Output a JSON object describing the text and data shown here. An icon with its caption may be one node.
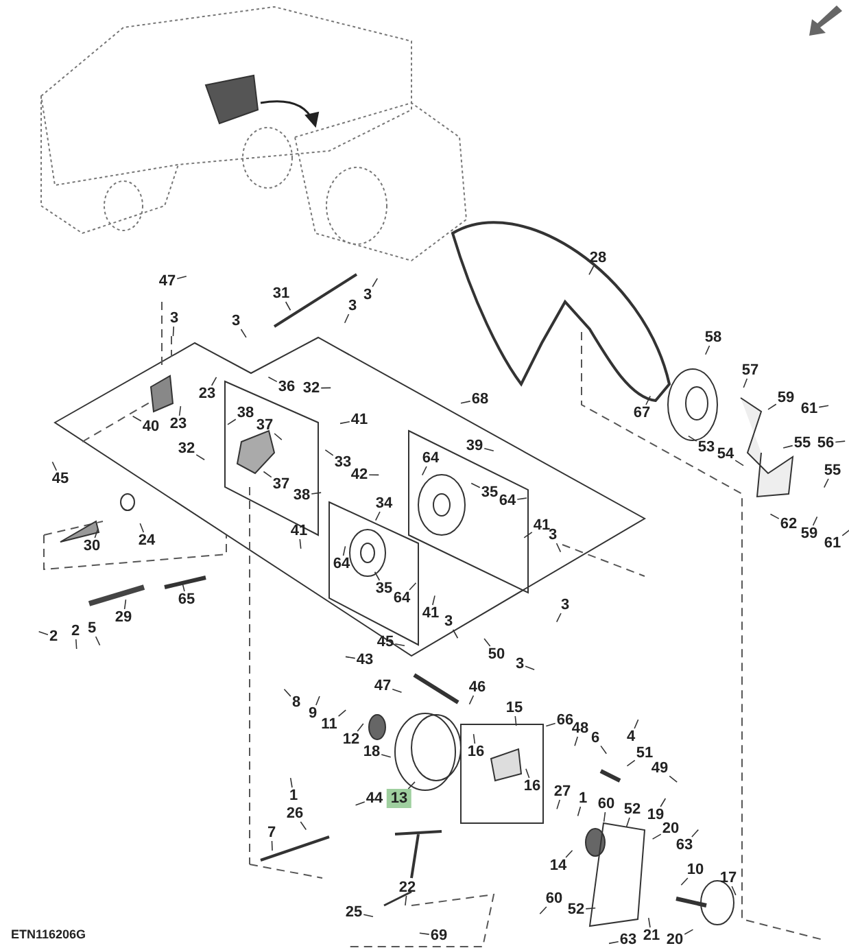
{
  "diagram": {
    "nodes": [
      {
        "text": [
          "47"
        ]
      },
      {
        "text": [
          "3"
        ]
      },
      {
        "text": [
          "31"
        ]
      },
      {
        "text": [
          "3"
        ]
      },
      {
        "text": [
          "3"
        ]
      },
      {
        "text": [
          "3"
        ]
      },
      {
        "text": [
          "36"
        ]
      },
      {
        "text": [
          "32"
        ]
      },
      {
        "text": [
          "23"
        ]
      },
      {
        "text": [
          "40"
        ]
      },
      {
        "text": [
          "23"
        ]
      },
      {
        "text": [
          "32"
        ]
      },
      {
        "text": [
          "38"
        ]
      },
      {
        "text": [
          "37"
        ]
      },
      {
        "text": [
          "41"
        ]
      },
      {
        "text": [
          "45"
        ]
      },
      {
        "text": [
          "33"
        ]
      },
      {
        "text": [
          "42"
        ]
      },
      {
        "text": [
          "37"
        ]
      },
      {
        "text": [
          "38"
        ]
      },
      {
        "text": [
          "34"
        ]
      },
      {
        "text": [
          "30"
        ]
      },
      {
        "text": [
          "24"
        ]
      },
      {
        "text": [
          "41"
        ]
      },
      {
        "text": [
          "64"
        ]
      },
      {
        "text": [
          "35"
        ]
      },
      {
        "text": [
          "64"
        ]
      },
      {
        "text": [
          "65"
        ]
      },
      {
        "text": [
          "2"
        ]
      },
      {
        "text": [
          "2"
        ]
      },
      {
        "text": [
          "5"
        ]
      },
      {
        "text": [
          "29"
        ]
      },
      {
        "text": [
          "45"
        ]
      },
      {
        "text": [
          "43"
        ]
      },
      {
        "text": [
          "47"
        ]
      },
      {
        "text": [
          "8"
        ]
      },
      {
        "text": [
          "9"
        ]
      },
      {
        "text": [
          "11"
        ]
      },
      {
        "text": [
          "12"
        ]
      },
      {
        "text": [
          "18"
        ]
      },
      {
        "text": [
          "13"
        ]
      },
      {
        "text": [
          "44"
        ]
      },
      {
        "text": [
          "1"
        ]
      },
      {
        "text": [
          "26"
        ]
      },
      {
        "text": [
          "7"
        ]
      },
      {
        "text": [
          "22"
        ]
      },
      {
        "text": [
          "25"
        ]
      },
      {
        "text": [
          "41"
        ]
      },
      {
        "text": [
          "3"
        ]
      },
      {
        "text": [
          "3"
        ]
      },
      {
        "text": [
          "50"
        ]
      },
      {
        "text": [
          "3"
        ]
      },
      {
        "text": [
          "46"
        ]
      },
      {
        "text": [
          "15"
        ]
      },
      {
        "text": [
          "16"
        ]
      },
      {
        "text": [
          "16"
        ]
      },
      {
        "text": [
          "66"
        ]
      },
      {
        "text": [
          "48"
        ]
      },
      {
        "text": [
          "6"
        ]
      },
      {
        "text": [
          "4"
        ]
      },
      {
        "text": [
          "51"
        ]
      },
      {
        "text": [
          "49"
        ]
      },
      {
        "text": [
          "27"
        ]
      },
      {
        "text": [
          "1"
        ]
      },
      {
        "text": [
          "60"
        ]
      },
      {
        "text": [
          "52"
        ]
      },
      {
        "text": [
          "19"
        ]
      },
      {
        "text": [
          "20"
        ]
      },
      {
        "text": [
          "63"
        ]
      },
      {
        "text": [
          "10"
        ]
      },
      {
        "text": [
          "14"
        ]
      },
      {
        "text": [
          "17"
        ]
      },
      {
        "text": [
          "60"
        ]
      },
      {
        "text": [
          "52"
        ]
      },
      {
        "text": [
          "63"
        ]
      },
      {
        "text": [
          "21"
        ]
      },
      {
        "text": [
          "20"
        ]
      },
      {
        "text": [
          "69"
        ]
      },
      {
        "text": [
          "28"
        ]
      },
      {
        "text": [
          "58"
        ]
      },
      {
        "text": [
          "67"
        ]
      },
      {
        "text": [
          "57"
        ]
      },
      {
        "text": [
          "59"
        ]
      },
      {
        "text": [
          "61"
        ]
      },
      {
        "text": [
          "53"
        ]
      },
      {
        "text": [
          "54"
        ]
      },
      {
        "text": [
          "55"
        ]
      },
      {
        "text": [
          "56"
        ]
      },
      {
        "text": [
          "55"
        ]
      },
      {
        "text": [
          "62"
        ]
      },
      {
        "text": [
          "59"
        ]
      },
      {
        "text": [
          "61"
        ]
      },
      {
        "text": [
          "68"
        ]
      },
      {
        "text": [
          "39"
        ]
      },
      {
        "text": [
          "64"
        ]
      },
      {
        "text": [
          "35"
        ]
      },
      {
        "text": [
          "64"
        ]
      },
      {
        "text": [
          "41"
        ]
      },
      {
        "text": [
          "3"
        ]
      }
    ],
    "edges": [
      {
        "from": 0,
        "to": null,
        "arrow": "none"
      },
      {
        "from": 1,
        "to": null,
        "arrow": "none"
      },
      {
        "from": 2,
        "to": null,
        "arrow": "none"
      },
      {
        "from": 3,
        "to": null,
        "arrow": "none"
      },
      {
        "from": 4,
        "to": null,
        "arrow": "none"
      },
      {
        "from": 5,
        "to": null,
        "arrow": "none"
      },
      {
        "from": 6,
        "to": null,
        "arrow": "none"
      },
      {
        "from": 7,
        "to": null,
        "arrow": "none"
      },
      {
        "from": 8,
        "to": null,
        "arrow": "none"
      },
      {
        "from": 9,
        "to": null,
        "arrow": "none"
      },
      {
        "from": 10,
        "to": null,
        "arrow": "none"
      },
      {
        "from": 11,
        "to": null,
        "arrow": "none"
      },
      {
        "from": 12,
        "to": null,
        "arrow": "none"
      },
      {
        "from": 13,
        "to": null,
        "arrow": "none"
      },
      {
        "from": 14,
        "to": null,
        "arrow": "none"
      },
      {
        "from": 15,
        "to": null,
        "arrow": "none"
      },
      {
        "from": 16,
        "to": null,
        "arrow": "none"
      },
      {
        "from": 17,
        "to": null,
        "arrow": "none"
      },
      {
        "from": 18,
        "to": null,
        "arrow": "none"
      },
      {
        "from": 19,
        "to": null,
        "arrow": "none"
      },
      {
        "from": 20,
        "to": null,
        "arrow": "none"
      },
      {
        "from": 21,
        "to": null,
        "arrow": "none"
      },
      {
        "from": 22,
        "to": null,
        "arrow": "none"
      },
      {
        "from": 23,
        "to": null,
        "arrow": "none"
      },
      {
        "from": 24,
        "to": null,
        "arrow": "none"
      },
      {
        "from": 25,
        "to": null,
        "arrow": "none"
      },
      {
        "from": 26,
        "to": null,
        "arrow": "none"
      },
      {
        "from": 27,
        "to": null,
        "arrow": "none"
      },
      {
        "from": 28,
        "to": null,
        "arrow": "none"
      },
      {
        "from": 29,
        "to": null,
        "arrow": "none"
      },
      {
        "from": 30,
        "to": null,
        "arrow": "none"
      },
      {
        "from": 31,
        "to": null,
        "arrow": "none"
      },
      {
        "from": 32,
        "to": null,
        "arrow": "none"
      },
      {
        "from": 33,
        "to": null,
        "arrow": "none"
      },
      {
        "from": 34,
        "to": null,
        "arrow": "none"
      },
      {
        "from": 35,
        "to": null,
        "arrow": "none"
      },
      {
        "from": 36,
        "to": null,
        "arrow": "none"
      },
      {
        "from": 37,
        "to": null,
        "arrow": "none"
      },
      {
        "from": 38,
        "to": null,
        "arrow": "none"
      },
      {
        "from": 39,
        "to": null,
        "arrow": "none"
      },
      {
        "from": 40,
        "to": null,
        "arrow": "none"
      },
      {
        "from": 41,
        "to": null,
        "arrow": "none"
      },
      {
        "from": 42,
        "to": null,
        "arrow": "none"
      },
      {
        "from": 43,
        "to": null,
        "arrow": "none"
      },
      {
        "from": 44,
        "to": null,
        "arrow": "none"
      },
      {
        "from": 45,
        "to": null,
        "arrow": "none"
      },
      {
        "from": 46,
        "to": null,
        "arrow": "none"
      },
      {
        "from": 47,
        "to": null,
        "arrow": "none"
      },
      {
        "from": 48,
        "to": null,
        "arrow": "none"
      },
      {
        "from": 49,
        "to": null,
        "arrow": "none"
      },
      {
        "from": 50,
        "to": null,
        "arrow": "none"
      },
      {
        "from": 51,
        "to": null,
        "arrow": "none"
      },
      {
        "from": 52,
        "to": null,
        "arrow": "none"
      },
      {
        "from": 53,
        "to": null,
        "arrow": "none"
      },
      {
        "from": 54,
        "to": null,
        "arrow": "none"
      },
      {
        "from": 55,
        "to": null,
        "arrow": "none"
      },
      {
        "from": 56,
        "to": null,
        "arrow": "none"
      },
      {
        "from": 57,
        "to": null,
        "arrow": "none"
      },
      {
        "from": 58,
        "to": null,
        "arrow": "none"
      },
      {
        "from": 59,
        "to": null,
        "arrow": "none"
      },
      {
        "from": 60,
        "to": null,
        "arrow": "none"
      },
      {
        "from": 61,
        "to": null,
        "arrow": "none"
      },
      {
        "from": 62,
        "to": null,
        "arrow": "none"
      },
      {
        "from": 63,
        "to": null,
        "arrow": "none"
      },
      {
        "from": 64,
        "to": null,
        "arrow": "none"
      },
      {
        "from": 65,
        "to": null,
        "arrow": "none"
      },
      {
        "from": 66,
        "to": null,
        "arrow": "none"
      },
      {
        "from": 67,
        "to": null,
        "arrow": "none"
      },
      {
        "from": 68,
        "to": null,
        "arrow": "none"
      },
      {
        "from": 69,
        "to": null,
        "arrow": "none"
      },
      {
        "from": 70,
        "to": null,
        "arrow": "none"
      },
      {
        "from": 71,
        "to": null,
        "arrow": "none"
      },
      {
        "from": 72,
        "to": null,
        "arrow": "none"
      },
      {
        "from": 73,
        "to": null,
        "arrow": "none"
      },
      {
        "from": 74,
        "to": null,
        "arrow": "none"
      },
      {
        "from": 75,
        "to": null,
        "arrow": "none"
      },
      {
        "from": 76,
        "to": null,
        "arrow": "none"
      },
      {
        "from": 77,
        "to": null,
        "arrow": "none"
      },
      {
        "from": 78,
        "to": null,
        "arrow": "none"
      },
      {
        "from": 79,
        "to": null,
        "arrow": "none"
      },
      {
        "from": 80,
        "to": null,
        "arrow": "none"
      },
      {
        "from": 81,
        "to": null,
        "arrow": "none"
      },
      {
        "from": 82,
        "to": null,
        "arrow": "none"
      },
      {
        "from": 83,
        "to": null,
        "arrow": "none"
      },
      {
        "from": 84,
        "to": null,
        "arrow": "none"
      },
      {
        "from": 85,
        "to": null,
        "arrow": "none"
      },
      {
        "from": 86,
        "to": null,
        "arrow": "none"
      },
      {
        "from": 87,
        "to": null,
        "arrow": "none"
      },
      {
        "from": 88,
        "to": null,
        "arrow": "none"
      },
      {
        "from": 89,
        "to": null,
        "arrow": "none"
      },
      {
        "from": 90,
        "to": null,
        "arrow": "none"
      },
      {
        "from": 91,
        "to": null,
        "arrow": "none"
      },
      {
        "from": 92,
        "to": null,
        "arrow": "none"
      },
      {
        "from": 93,
        "to": null,
        "arrow": "none"
      },
      {
        "from": 94,
        "to": null,
        "arrow": "none"
      },
      {
        "from": 95,
        "to": null,
        "arrow": "none"
      },
      {
        "from": 96,
        "to": null,
        "arrow": "none"
      },
      {
        "from": 97,
        "to": null,
        "arrow": "none"
      },
      {
        "from": 98,
        "to": null,
        "arrow": "none"
      }
    ],
    "labels": [
      "ETN116206G"
    ]
  }
}
